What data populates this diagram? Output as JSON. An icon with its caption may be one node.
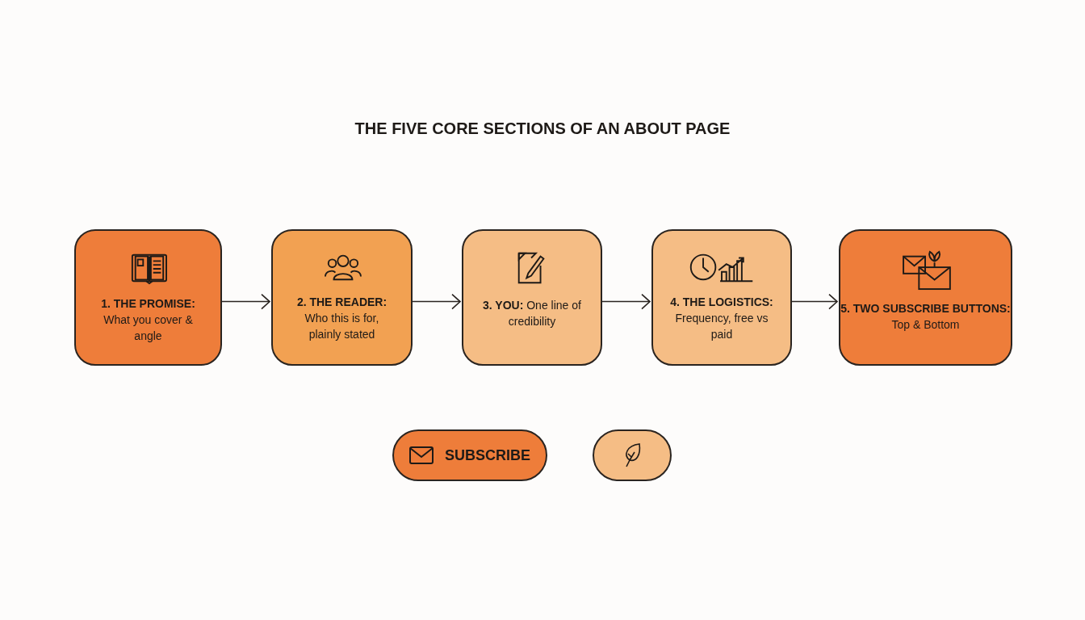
{
  "diagram": {
    "title": "THE FIVE CORE SECTIONS OF AN ABOUT PAGE",
    "nodes": [
      {
        "text": [
          "1. THE PROMISE:",
          "What you cover & angle"
        ]
      },
      {
        "text": [
          "2. THE READER:",
          "Who this is for, plainly stated"
        ]
      },
      {
        "text": [
          "**3. YOU:** One line of credibility"
        ]
      },
      {
        "text": [
          "4. THE LOGISTICS:",
          "Frequency, free vs paid"
        ]
      },
      {
        "text": [
          "5. TWO SUBSCRIBE BUTTONS:",
          "Top & Bottom"
        ]
      },
      {
        "text": [
          "SUBSCRIBE"
        ]
      },
      {
        "text": [],
        "shape": "box"
      }
    ],
    "edges": [
      {
        "from": 0,
        "to": 1,
        "arrow": "to"
      },
      {
        "from": 1,
        "to": 2,
        "arrow": "to"
      },
      {
        "from": 2,
        "to": 3,
        "arrow": "to"
      },
      {
        "from": 3,
        "to": 4,
        "arrow": "to"
      }
    ]
  }
}
